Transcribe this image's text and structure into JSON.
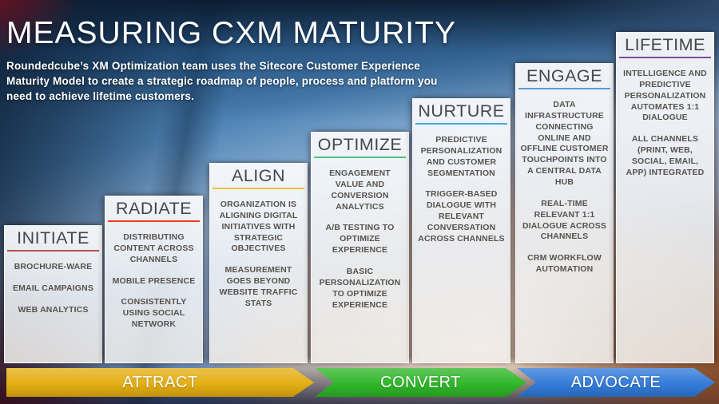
{
  "slide": {
    "title": "MEASURING CXM MATURITY",
    "subtitle_lines": [
      "Roundedcube’s XM Optimization team uses the Sitecore Customer Experience",
      "Maturity Model to create a strategic roadmap of people, process and platform you",
      "need to achieve lifetime customers."
    ]
  },
  "columns": [
    {
      "label": "INITIATE",
      "accent": "#b9504e",
      "items": [
        "BROCHURE-WARE",
        "EMAIL CAMPAIGNS",
        "WEB ANALYTICS"
      ]
    },
    {
      "label": "RADIATE",
      "accent": "#f43a28",
      "items": [
        "DISTRIBUTING CONTENT ACROSS CHANNELS",
        "MOBILE PRESENCE",
        "CONSISTENTLY USING SOCIAL NETWORK"
      ]
    },
    {
      "label": "ALIGN",
      "accent": "#edc440",
      "items": [
        "ORGANIZATION IS ALIGNING DIGITAL INITIATIVES WITH STRATEGIC OBJECTIVES",
        "MEASUREMENT GOES BEYOND WEBSITE TRAFFIC STATS"
      ]
    },
    {
      "label": "OPTIMIZE",
      "accent": "#55c17d",
      "items": [
        "ENGAGEMENT VALUE AND CONVERSION ANALYTICS",
        "A/B TESTING TO OPTIMIZE EXPERIENCE",
        "BASIC PERSONALIZATION TO OPTIMIZE EXPERIENCE"
      ]
    },
    {
      "label": "NURTURE",
      "accent": "#41a9dc",
      "items": [
        "PREDICTIVE PERSONALIZATION AND CUSTOMER SEGMENTATION",
        "TRIGGER-BASED DIALOGUE WITH RELEVANT CONVERSATION ACROSS CHANNELS"
      ]
    },
    {
      "label": "ENGAGE",
      "accent": "#5b9bd5",
      "items": [
        "DATA INFRASTRUCTURE CONNECTING ONLINE AND OFFLINE CUSTOMER TOUCHPOINTS INTO A CENTRAL DATA HUB",
        "REAL-TIME RELEVANT 1:1 DIALOGUE ACROSS CHANNELS",
        "CRM WORKFLOW AUTOMATION"
      ]
    },
    {
      "label": "LIFETIME",
      "accent": "#7a4e9e",
      "items": [
        "INTELLIGENCE AND PREDICTIVE PERSONALIZATION AUTOMATES 1:1 DIALOGUE",
        "ALL CHANNELS (PRINT, WEB, SOCIAL, EMAIL, APP) INTEGRATED"
      ]
    }
  ],
  "arrows": [
    {
      "label": "ATTRACT",
      "color": "#e3ac0e"
    },
    {
      "label": "CONVERT",
      "color": "#2bb525"
    },
    {
      "label": "ADVOCATE",
      "color": "#2e78d8"
    }
  ]
}
